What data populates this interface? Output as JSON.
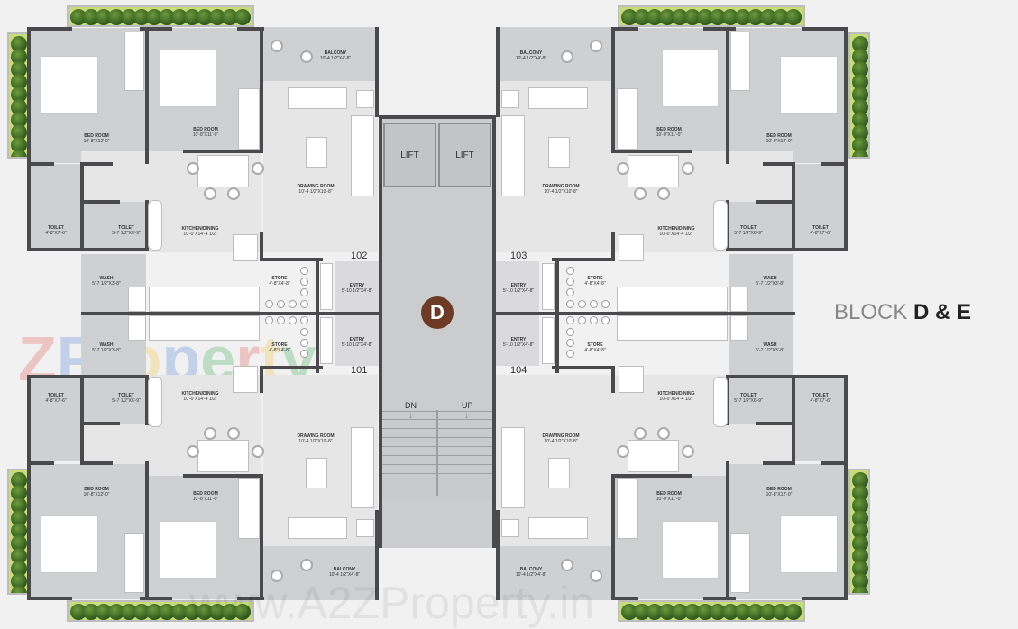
{
  "block_title": {
    "prefix": "BLOCK",
    "suffix": "D & E"
  },
  "core": {
    "badge": "D",
    "lifts": [
      "LIFT",
      "LIFT"
    ],
    "stairs": {
      "down": "DN",
      "up": "UP"
    }
  },
  "units": {
    "u102": {
      "number": "102",
      "rooms": {
        "balcony": {
          "name": "BALCONY",
          "dim": "10'-4 1/2\"X4'-8\""
        },
        "bedroom1": {
          "name": "BED ROOM",
          "dim": "10'-8\"X12'-0\""
        },
        "bedroom2": {
          "name": "BED ROOM",
          "dim": "10'-8\"X11'-0\""
        },
        "drawing": {
          "name": "DRAWING ROOM",
          "dim": "10'-4 1/2\"X10'-8\""
        },
        "kitchen": {
          "name": "KITCHEN/DINING",
          "dim": "10'-0\"X14'-4 1/2\""
        },
        "toilet1": {
          "name": "TOILET",
          "dim": "4'-8\"X7'-6\""
        },
        "toilet2": {
          "name": "TOILET",
          "dim": "5'-7 1/2\"X6'-9\""
        },
        "wash": {
          "name": "WASH",
          "dim": "5'-7 1/2\"X3'-8\""
        },
        "store": {
          "name": "STORE",
          "dim": "4'-8\"X4'-8\""
        },
        "entry": {
          "name": "ENTRY",
          "dim": "5'-10 1/2\"X4'-8\""
        }
      }
    },
    "u101": {
      "number": "101",
      "rooms": {
        "balcony": {
          "name": "BALCONY",
          "dim": "10'-4 1/2\"X4'-8\""
        },
        "bedroom1": {
          "name": "BED ROOM",
          "dim": "10'-8\"X12'-0\""
        },
        "bedroom2": {
          "name": "BED ROOM",
          "dim": "10'-8\"X11'-0\""
        },
        "drawing": {
          "name": "DRAWING ROOM",
          "dim": "10'-4 1/2\"X10'-8\""
        },
        "kitchen": {
          "name": "KITCHEN/DINING",
          "dim": "10'-0\"X14'-4 1/2\""
        },
        "toilet1": {
          "name": "TOILET",
          "dim": "4'-8\"X7'-6\""
        },
        "toilet2": {
          "name": "TOILET",
          "dim": "5'-7 1/2\"X6'-9\""
        },
        "wash": {
          "name": "WASH",
          "dim": "5'-7 1/2\"X3'-8\""
        },
        "store": {
          "name": "STORE",
          "dim": "4'-8\"X4'-8\""
        },
        "entry": {
          "name": "ENTRY",
          "dim": "5'-10 1/2\"X4'-8\""
        }
      }
    },
    "u103": {
      "number": "103",
      "rooms": {
        "balcony": {
          "name": "BALCONY",
          "dim": "10'-4 1/2\"X4'-8\""
        },
        "bedroom1": {
          "name": "BED ROOM",
          "dim": "10'-0\"X11'-0\""
        },
        "bedroom2": {
          "name": "BED ROOM",
          "dim": "10'-8\"X12'-0\""
        },
        "drawing": {
          "name": "DRAWING ROOM",
          "dim": "10'-4 1/2\"X10'-8\""
        },
        "kitchen": {
          "name": "KITCHEN/DINING",
          "dim": "10'-0\"X14'-4 1/2\""
        },
        "toilet1": {
          "name": "TOILET",
          "dim": "5'-7 1/2\"X6'-9\""
        },
        "toilet2": {
          "name": "TOILET",
          "dim": "4'-8\"X7'-6\""
        },
        "wash": {
          "name": "WASH",
          "dim": "5'-7 1/2\"X3'-8\""
        },
        "store": {
          "name": "STORE",
          "dim": "4'-8\"X4'-8\""
        },
        "entry": {
          "name": "ENTRY",
          "dim": "5'-10 1/2\"X4'-8\""
        }
      }
    },
    "u104": {
      "number": "104",
      "rooms": {
        "balcony": {
          "name": "BALCONY",
          "dim": "10'-4 1/2\"X4'-8\""
        },
        "bedroom1": {
          "name": "BED ROOM",
          "dim": "10'-0\"X11'-0\""
        },
        "bedroom2": {
          "name": "BED ROOM",
          "dim": "10'-8\"X12'-0\""
        },
        "drawing": {
          "name": "DRAWING ROOM",
          "dim": "10'-4 1/2\"X10'-8\""
        },
        "kitchen": {
          "name": "KITCHEN/DINING",
          "dim": "10'-0\"X14'-4 1/2\""
        },
        "toilet1": {
          "name": "TOILET",
          "dim": "5'-7 1/2\"X6'-9\""
        },
        "toilet2": {
          "name": "TOILET",
          "dim": "4'-8\"X7'-6\""
        },
        "wash": {
          "name": "WASH",
          "dim": "5'-7 1/2\"X3'-8\""
        },
        "store": {
          "name": "STORE",
          "dim": "4'-8\"X4'-8\""
        },
        "entry": {
          "name": "ENTRY",
          "dim": "5'-10 1/2\"X4'-8\""
        }
      }
    }
  },
  "watermark": {
    "colored": "A2Z Property",
    "bottom": "www.A2ZProperty.in"
  }
}
